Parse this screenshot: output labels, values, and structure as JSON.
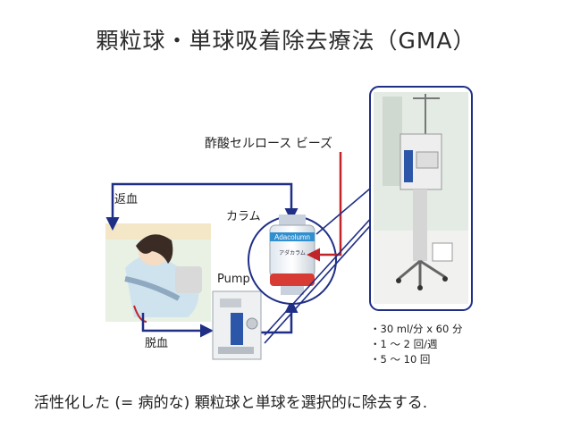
{
  "title": "顆粒球・単球吸着除去療法（GMA）",
  "caption": "活性化した (= 病的な) 顆粒球と単球を選択的に除去する.",
  "labels": {
    "beads": "酢酸セルロース ビーズ",
    "return_blood": "返血",
    "column": "カラム",
    "pump": "Pump",
    "draw_blood": "脱血",
    "column_brand": "Adacolumn",
    "column_text": "アダカラム"
  },
  "bullets": [
    "・30 ml/分 x 60 分",
    "・1 〜 2 回/週",
    "・5 〜 10 回"
  ],
  "colors": {
    "flow_arrow": "#1f2f86",
    "bead_pointer": "#c0252a",
    "photo_frame": "#1f2f86"
  }
}
